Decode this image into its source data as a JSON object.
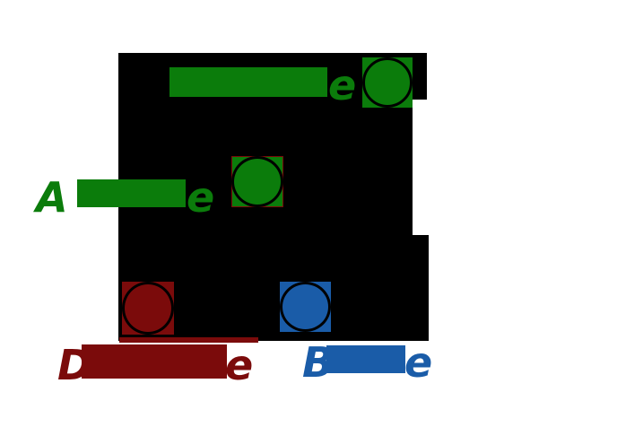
{
  "diagram": {
    "background_color": "#ffffff",
    "panel_color": "#000000",
    "node_ring_color": "#000000",
    "nodes": [
      {
        "id": "top-right",
        "shape": "circle-in-square",
        "color": "#0B7C0B",
        "square_border_color": "#000000"
      },
      {
        "id": "middle",
        "shape": "circle-in-square",
        "color": "#0B7C0B",
        "square_border_color": "#7B0B0B"
      },
      {
        "id": "bottom-left",
        "shape": "circle-in-square",
        "color": "#7B0B0B",
        "square_border_color": "#000000"
      },
      {
        "id": "bottom-center",
        "shape": "circle-in-square",
        "color": "#1A5CA8",
        "square_border_color": "#000000"
      }
    ],
    "labels": [
      {
        "id": "top",
        "prefix": "",
        "suffix": "e",
        "redacted_middle": true,
        "color": "#0B7C0B"
      },
      {
        "id": "left",
        "prefix": "A",
        "suffix": "e",
        "redacted_middle": true,
        "color": "#0B7C0B"
      },
      {
        "id": "bottom-left",
        "prefix": "D",
        "suffix": "e",
        "redacted_middle": true,
        "color": "#7B0B0B"
      },
      {
        "id": "bottom-center",
        "prefix": "B",
        "suffix": "e",
        "redacted_middle": true,
        "color": "#1A5CA8"
      }
    ]
  }
}
